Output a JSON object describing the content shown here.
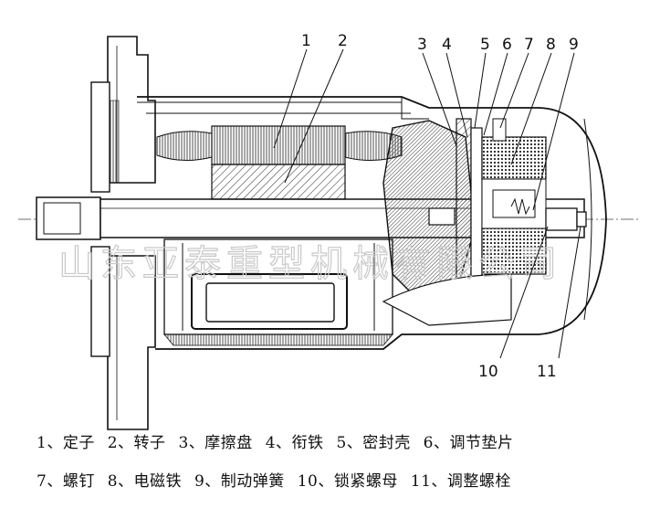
{
  "diagram": {
    "callouts": [
      "1",
      "2",
      "3",
      "4",
      "5",
      "6",
      "7",
      "8",
      "9",
      "10",
      "11"
    ],
    "watermark": "山东亚泰重型机械有限公司"
  },
  "legend": {
    "row1": [
      "1、定子",
      "2、转子",
      "3、摩擦盘",
      "4、衔铁",
      "5、密封壳",
      "6、调节垫片"
    ],
    "row2": [
      "7、螺钉",
      "8、电磁铁",
      "9、制动弹簧",
      "10、锁紧螺母",
      "11、调整螺栓"
    ]
  }
}
